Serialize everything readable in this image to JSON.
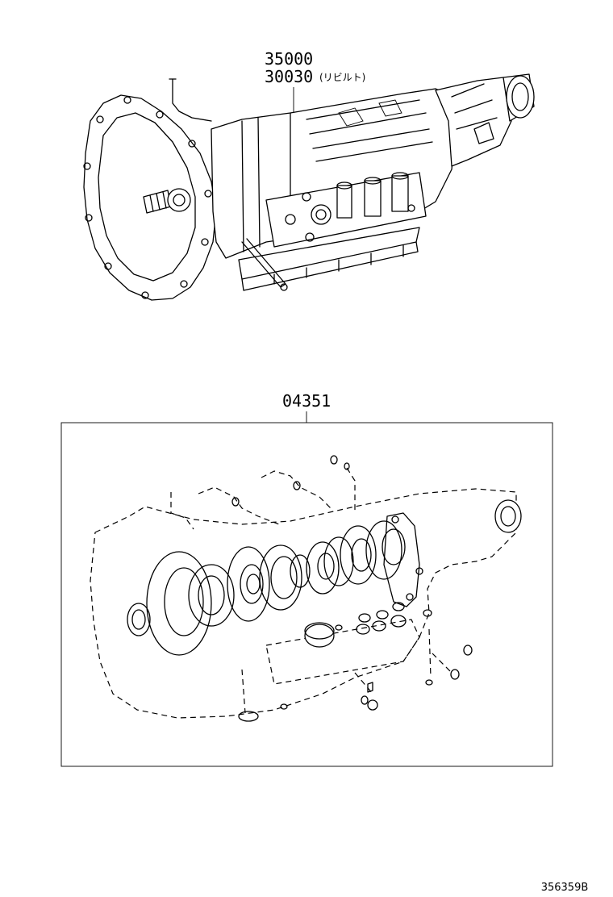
{
  "callouts": {
    "transmission_assy": "35000",
    "transmission_rebuilt": "30030",
    "rebuilt_note": "(リビルト)",
    "gasket_kit": "04351"
  },
  "drawing_number": "356359B"
}
